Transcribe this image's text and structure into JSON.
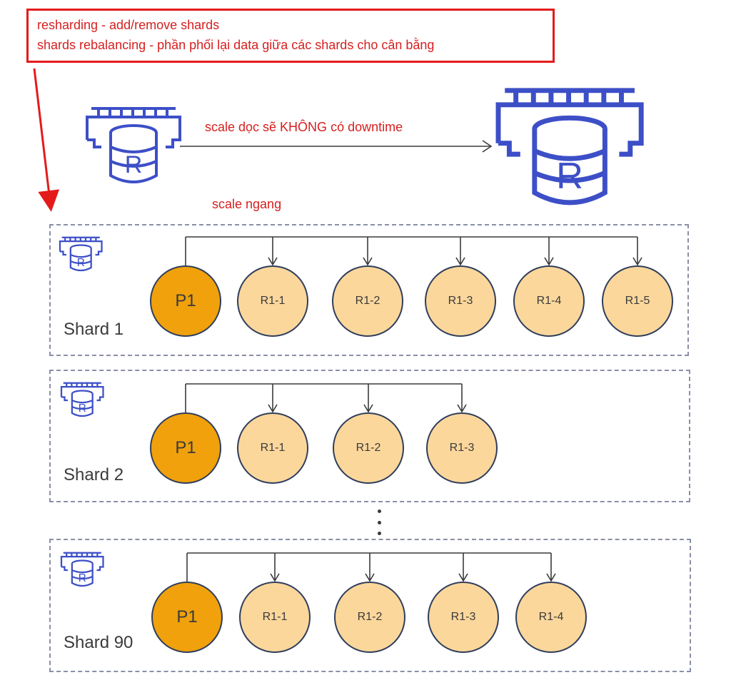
{
  "notes": {
    "line1": "resharding - add/remove shards",
    "line2": "shards rebalancing - phần phối lại data giữa các shards cho cân bằng"
  },
  "scaling": {
    "vertical_label": "scale dọc sẽ KHÔNG có downtime",
    "horizontal_label": "scale ngang",
    "icon_name": "redis-database-icon",
    "icon_letter": "R"
  },
  "shards": [
    {
      "title": "Shard 1",
      "primary": "P1",
      "replicas": [
        "R1-1",
        "R1-2",
        "R1-3",
        "R1-4",
        "R1-5"
      ]
    },
    {
      "title": "Shard 2",
      "primary": "P1",
      "replicas": [
        "R1-1",
        "R1-2",
        "R1-3"
      ]
    },
    {
      "title": "Shard 90",
      "primary": "P1",
      "replicas": [
        "R1-1",
        "R1-2",
        "R1-3",
        "R1-4"
      ]
    }
  ],
  "colors": {
    "accent_red": "#e41b1b",
    "icon_blue": "#3d4fc7",
    "primary_fill": "#f0a10b",
    "replica_fill": "#fbd79c",
    "node_border": "#2f3e5c",
    "dash_border": "#8a8fa8"
  }
}
